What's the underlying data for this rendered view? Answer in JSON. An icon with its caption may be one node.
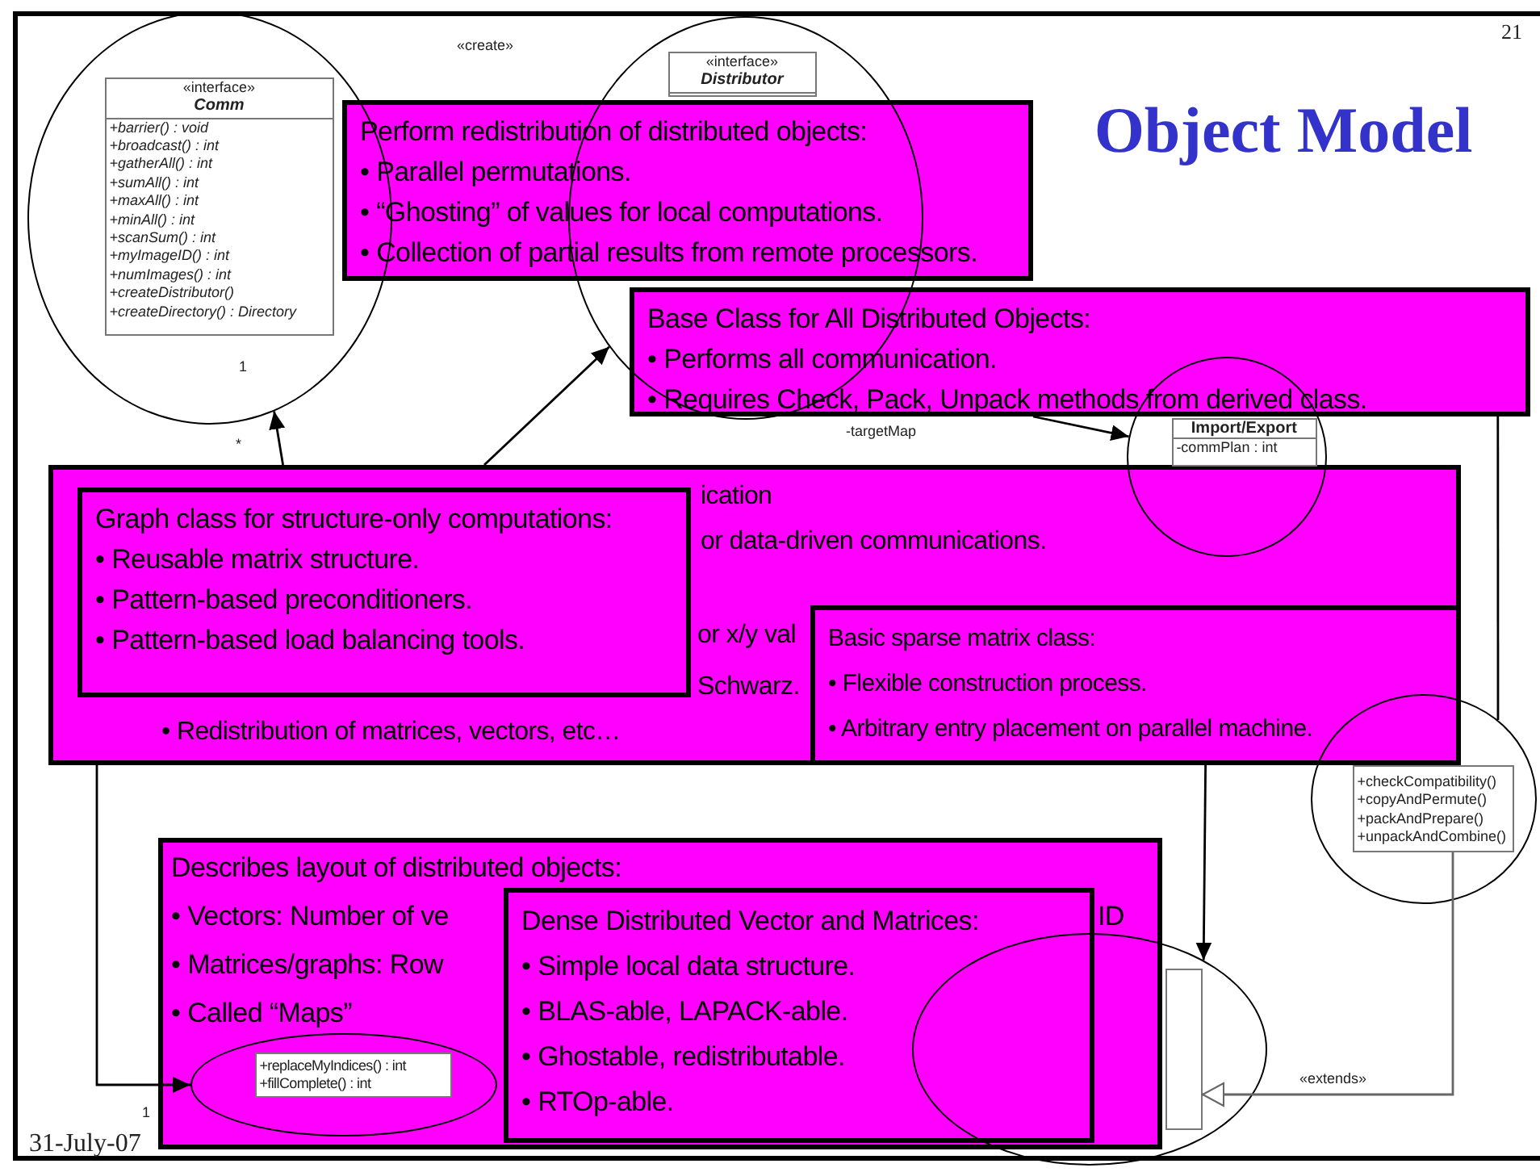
{
  "diagram": {
    "title": "Object Model",
    "nodes": [
      {
        "text": [],
        "shape": "circle"
      },
      {
        "text": [
          "«interface»",
          "Comm",
          "+barrier() : void",
          "+broadcast() : int",
          "+gatherAll() : int",
          "+sumAll() : int",
          "+maxAll() : int",
          "+minAll() : int",
          "+scanSum() : int",
          "+myImageID() : int",
          "+numImages() : int",
          "+createDistributor()",
          "+createDirectory() : Directory"
        ],
        "in": 0
      },
      {
        "text": [],
        "shape": "circle"
      },
      {
        "text": [
          "«interface»",
          "Distributor"
        ],
        "in": 2
      },
      {
        "text": [
          "Perform redistribution of distributed objects:",
          "• Parallel permutations.",
          "• “Ghosting” of values for local computations.",
          "• Collection of partial results from remote processors."
        ]
      },
      {
        "text": [
          "Base Class for All Distributed Objects:",
          "• Performs all communication.",
          "• Requires Check, Pack, Unpack methods from derived class."
        ]
      },
      {
        "text": [],
        "shape": "circle"
      },
      {
        "text": [
          "Import/Export",
          "-commPlan : int"
        ],
        "in": 6
      },
      {
        "text": [
          "ication",
          "or data-driven communications.",
          "or x/y val",
          "Schwarz.",
          "• Redistribution of matrices, vectors, etc…"
        ]
      },
      {
        "text": [
          "Graph class for structure-only computations:",
          "• Reusable matrix structure.",
          "• Pattern-based preconditioners.",
          "• Pattern-based load balancing tools."
        ],
        "in": 8
      },
      {
        "text": [
          "Basic sparse matrix class:",
          "• Flexible construction process.",
          "• Arbitrary entry placement on parallel machine."
        ],
        "in": 8
      },
      {
        "text": [],
        "shape": "circle"
      },
      {
        "text": [
          "+checkCompatibility()",
          "+copyAndPermute()",
          "+packAndPrepare()",
          "+unpackAndCombine()"
        ],
        "in": 11
      },
      {
        "text": [
          "Describes layout of distributed objects:",
          "• Vectors: Number of ve",
          "• Matrices/graphs: Row",
          "• Called “Maps”",
          "ID"
        ]
      },
      {
        "text": [],
        "shape": "circle",
        "in": 13
      },
      {
        "text": [
          "+replaceMyIndices() : int",
          "+fillComplete() : int"
        ],
        "in": 14
      },
      {
        "text": [
          "Dense Distributed Vector and Matrices:",
          "• Simple local data structure.",
          "• BLAS-able, LAPACK-able.",
          "• Ghostable, redistributable.",
          "• RTOp-able."
        ],
        "in": 13
      },
      {
        "text": [],
        "shape": "circle"
      },
      {
        "text": [],
        "shape": "box",
        "in": 17
      }
    ],
    "edges": [
      {
        "from": 8,
        "to": 0,
        "arrow": "to"
      },
      {
        "from": 8,
        "to": 2,
        "arrow": "to"
      },
      {
        "from": 5,
        "to": 6,
        "arrow": "to"
      },
      {
        "from": 8,
        "to": 14,
        "arrow": "to"
      },
      {
        "from": 10,
        "to": 17,
        "arrow": "to"
      },
      {
        "from": 5,
        "to": 11,
        "arrow": "none"
      },
      {
        "from": 12,
        "to": 18,
        "arrow": "to",
        "label": "«extends»",
        "color": "#666666"
      }
    ],
    "labels": [
      "«create»",
      "21",
      "1",
      "*",
      "-targetMap",
      "1",
      "31-July-07"
    ]
  }
}
